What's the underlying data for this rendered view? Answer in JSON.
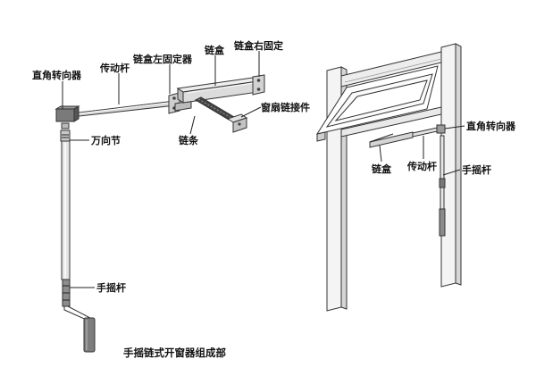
{
  "left": {
    "right_angle_converter": "直角转向器",
    "transmission_rod": "传动杆",
    "chain_box_left_bracket": "链盒左固定器",
    "chain_box": "链盒",
    "chain_box_right_bracket": "链盒右固定",
    "sash_chain_connector": "窗扇链接件",
    "chain": "链条",
    "universal_joint": "万向节",
    "hand_crank_rod": "手摇杆"
  },
  "right": {
    "right_angle_converter": "直角转向器",
    "chain_box": "链盒",
    "transmission_rod": "传动杆",
    "hand_crank_rod": "手摇杆"
  },
  "caption": "手摇链式开窗器组成部"
}
